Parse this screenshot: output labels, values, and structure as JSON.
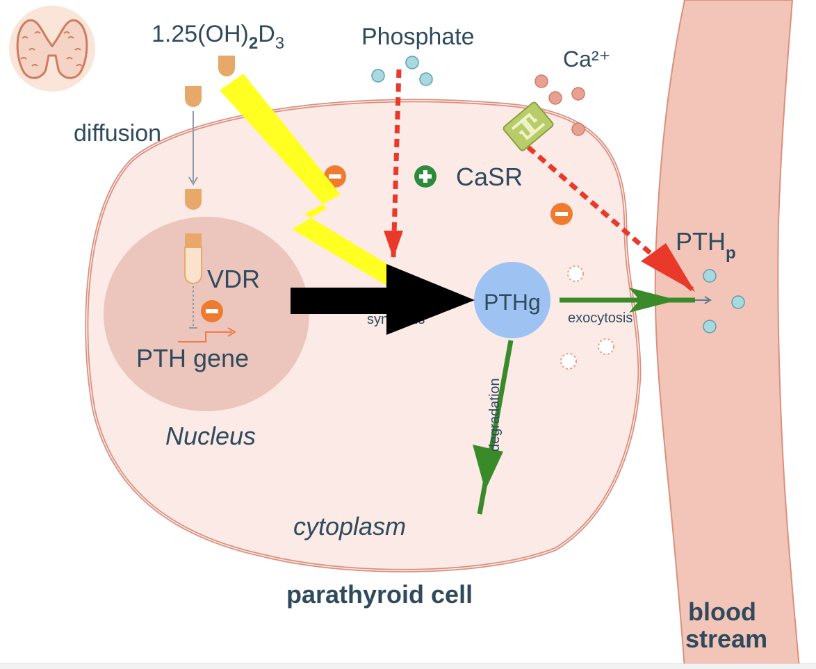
{
  "labels": {
    "vitd_prefix": "1.25(OH)",
    "vitd_sub2": "2",
    "vitd_d": "D",
    "vitd_sub3": "3",
    "phosphate": "Phosphate",
    "calcium": "Ca²⁺",
    "diffusion": "diffusion",
    "casr": "CaSR",
    "vdr": "VDR",
    "pth_gene": "PTH gene",
    "nucleus": "Nucleus",
    "synthesis": "synthesis",
    "pthg": "PTHg",
    "exocytosis": "exocytosis",
    "degradation": "degradation",
    "pthp": "PTH",
    "pthp_sub": "p",
    "cytoplasm": "cytoplasm",
    "parathyroid_cell": "parathyroid cell",
    "blood": "blood",
    "stream": "stream"
  },
  "colors": {
    "text": "#2e4a5c",
    "cell_fill": "#fbeae6",
    "cell_border": "#d9907f",
    "nucleus_fill": "#ecc6bc",
    "blood_vessel": "#f2c5b8",
    "pthg_fill": "#9ec3f2",
    "inhibit": "#f07a2e",
    "stimulate": "#2e8b3d",
    "dashed_red": "#e8392b",
    "green_arrow": "#3a8a2a",
    "annotation_yellow": "#ffff22",
    "annotation_black": "#000000",
    "ion_blue": "#a8d8e0",
    "ion_red": "#e8a090",
    "vitd_molecule": "#e8a86a",
    "casr_receptor": "#b8cc6a"
  },
  "icons": [
    "thyroid-icon",
    "casr-receptor-icon",
    "plus-icon",
    "minus-icon"
  ]
}
